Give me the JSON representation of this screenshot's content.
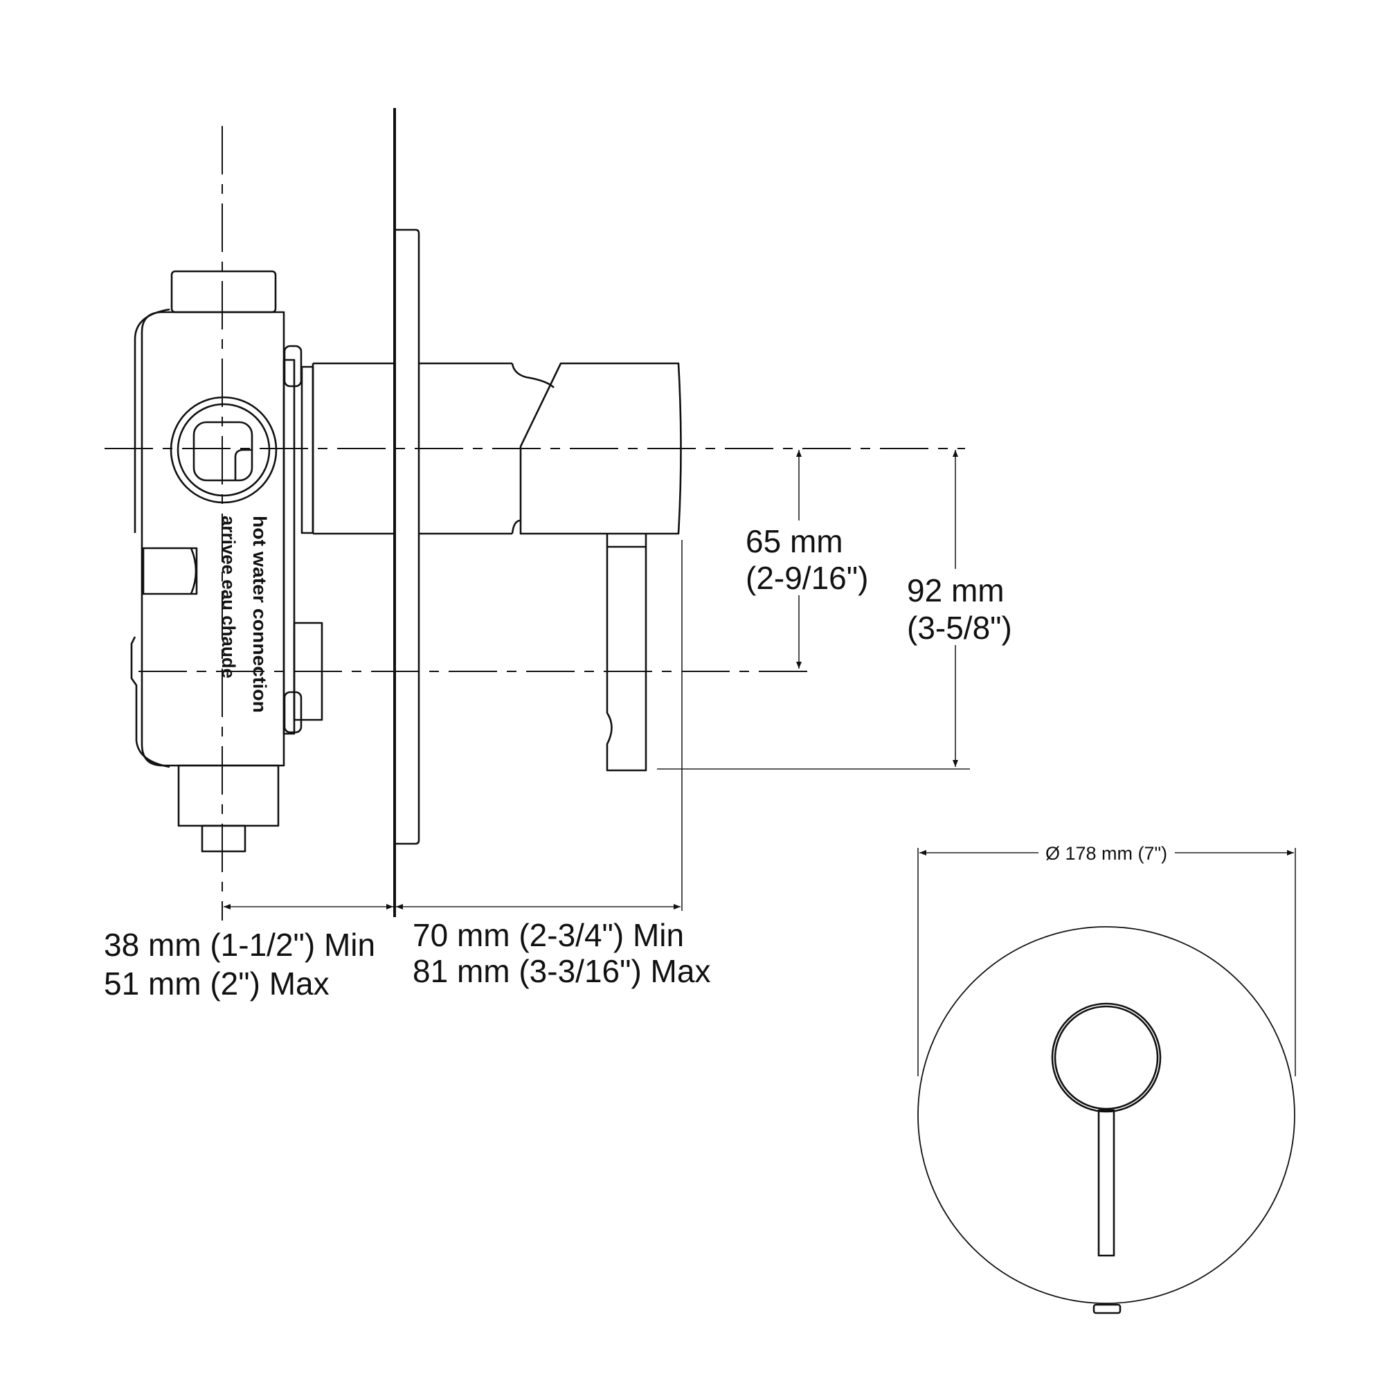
{
  "side_view": {
    "label_hot_water_en": "hot water connection",
    "label_hot_water_fr": "arrivee eau chaude",
    "dim_wall_min": "38 mm (1-1/2\") Min",
    "dim_wall_max": "51 mm (2\") Max",
    "dim_projection_min": "70 mm (2-3/4\") Min",
    "dim_projection_max": "81 mm (3-3/16\") Max",
    "dim_65_mm": "65 mm",
    "dim_65_in": "(2-9/16\")",
    "dim_92_mm": "92 mm",
    "dim_92_in": "(3-5/8\")"
  },
  "front_view": {
    "dim_diameter": "Ø 178 mm (7\")"
  }
}
